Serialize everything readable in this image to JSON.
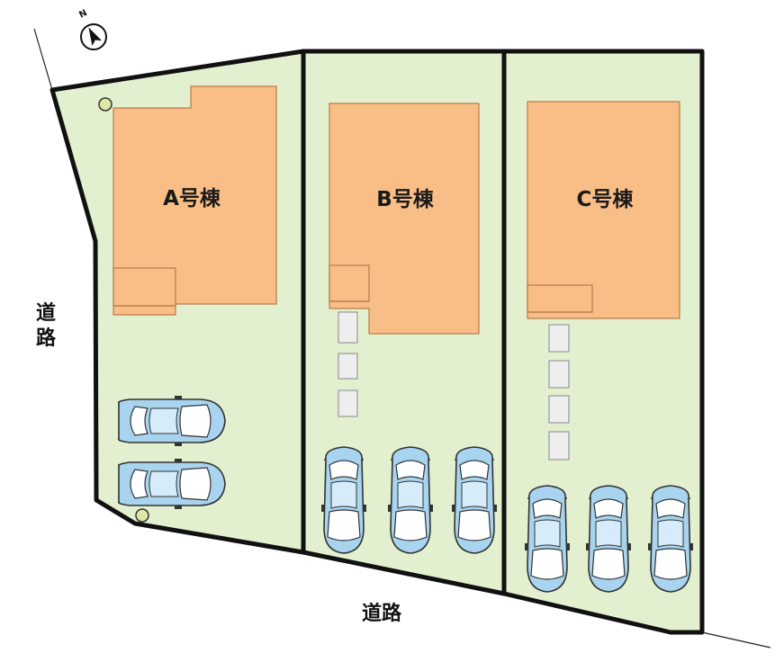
{
  "compass": {
    "north_label": "N",
    "icon": "north-arrow-icon"
  },
  "lots": [
    {
      "id": "A",
      "label": "A号棟"
    },
    {
      "id": "B",
      "label": "B号棟"
    },
    {
      "id": "C",
      "label": "C号棟"
    }
  ],
  "roads": {
    "west_top": "道",
    "west_bottom": "路",
    "south": "道路"
  },
  "colors": {
    "land": "#e3f0cf",
    "house": "#f9bd86",
    "house_stroke": "#b87b4a",
    "boundary": "#111111",
    "car_body": "#a8d4ef",
    "car_window": "#ffffff",
    "stepping_stone": "#eeeeee"
  },
  "parking": {
    "lot_A": 2,
    "lot_B": 3,
    "lot_C": 3
  }
}
